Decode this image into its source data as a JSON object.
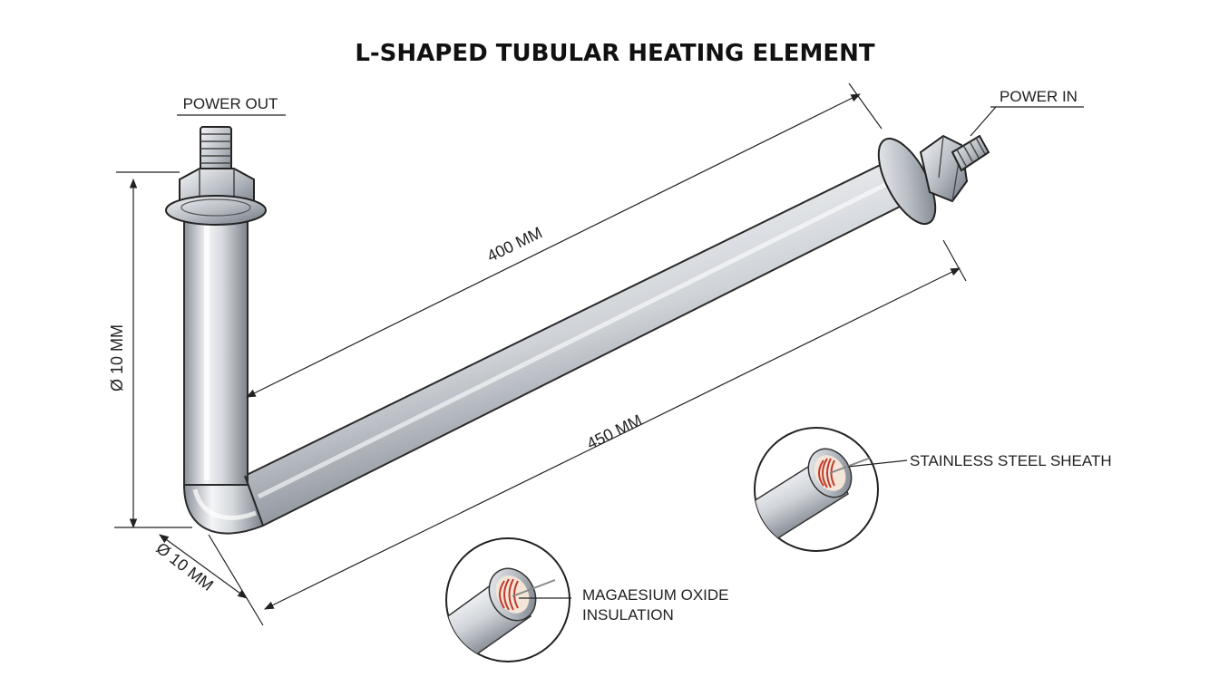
{
  "title": "L-SHAPED TUBULAR HEATING ELEMENT",
  "labels": {
    "power_out": "POWER OUT",
    "power_in": "POWER IN",
    "length_400": "400 MM",
    "length_450": "450 MM",
    "diameter_vertical": "Ø 10 MM",
    "diameter_bottom": "Ø 10 MM",
    "sheath": "STAINLESS STEEL SHEATH",
    "insulation_line1": "MAGAESIUM OXIDE",
    "insulation_line2": "INSULATION"
  },
  "colors": {
    "line": "#222222",
    "tube_light": "#f4f5f7",
    "tube_mid": "#c8ccd2",
    "tube_dark": "#8a9099",
    "coil": "#c0392b",
    "insulation": "#f3e6d8"
  },
  "icons": [
    "hex-nut-icon",
    "threaded-stud-icon",
    "washer-icon",
    "coil-icon"
  ]
}
